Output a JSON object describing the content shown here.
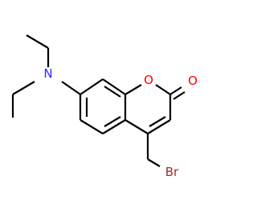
{
  "molecule": {
    "atoms": {
      "nitrogen": {
        "symbol": "N",
        "color": "#2b2bff"
      },
      "ring_oxygen": {
        "symbol": "O",
        "color": "#ff0000"
      },
      "carbonyl_oxygen": {
        "symbol": "O",
        "color": "#ff0000"
      },
      "bromine": {
        "symbol": "Br",
        "color": "#a52a2a"
      }
    },
    "bond_color": "#000000",
    "background": "#ffffff"
  }
}
